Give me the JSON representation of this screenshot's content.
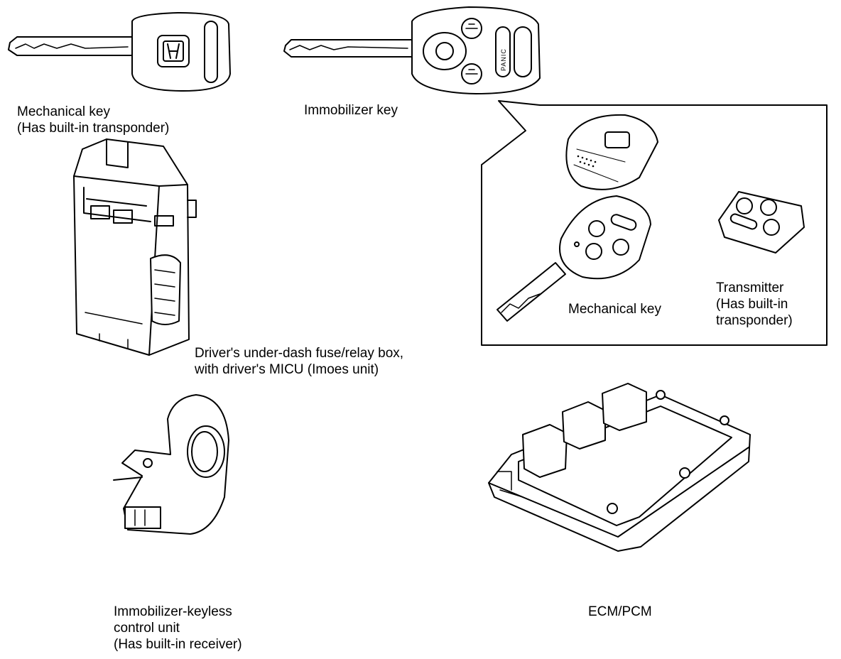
{
  "labels": {
    "mech_key_top": "Mechanical key\n(Has built-in transponder)",
    "immobilizer_key": "Immobilizer key",
    "callout_mech_key": "Mechanical key",
    "callout_transmitter": "Transmitter\n(Has built-in\ntransponder)",
    "fuse_box": "Driver's under-dash fuse/relay box,\nwith driver's MICU (Imoes unit)",
    "keyless_unit": "Immobilizer-keyless\ncontrol unit\n(Has built-in receiver)",
    "ecm": "ECM/PCM"
  },
  "key_button_text": "PANIC"
}
